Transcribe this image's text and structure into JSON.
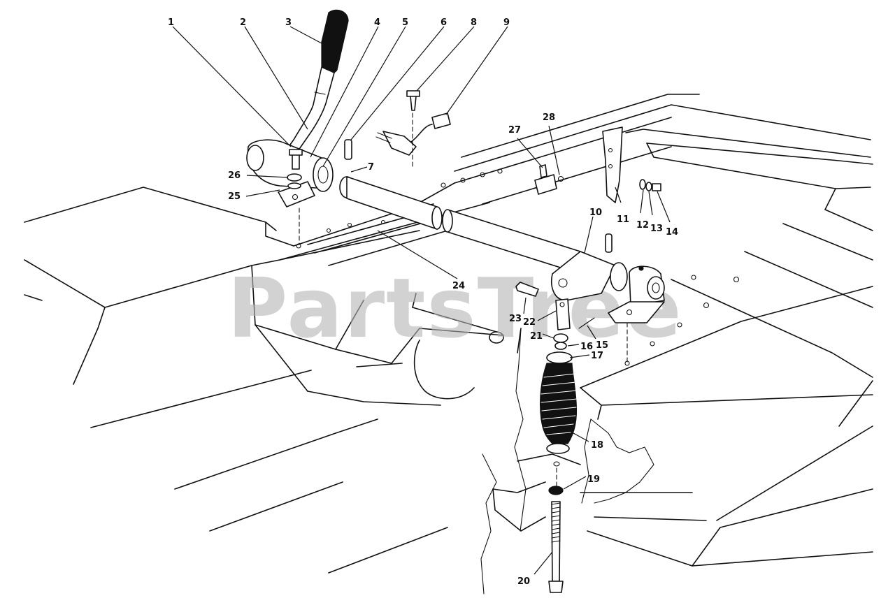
{
  "watermark": {
    "text": "PartsTree"
  },
  "callouts": [
    "1",
    "2",
    "3",
    "4",
    "5",
    "6",
    "7",
    "8",
    "9",
    "10",
    "11",
    "12",
    "13",
    "14",
    "15",
    "16",
    "17",
    "18",
    "19",
    "20",
    "21",
    "22",
    "23",
    "24",
    "25",
    "26",
    "27",
    "28"
  ],
  "colors": {
    "ink": "#111111",
    "paper": "#ffffff",
    "watermark": "#b4b4b4"
  }
}
